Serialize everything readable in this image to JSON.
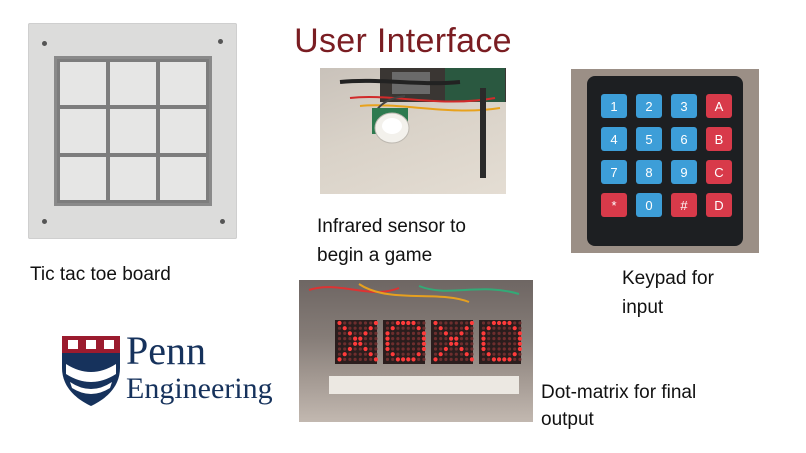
{
  "title": "User Interface",
  "captions": {
    "board": "Tic tac toe board",
    "sensor_line1": "Infrared sensor to",
    "sensor_line2": "begin a game",
    "keypad_line1": "Keypad for",
    "keypad_line2": "input",
    "matrix_line1": "Dot-matrix for final",
    "matrix_line2": "output"
  },
  "keypad_keys": [
    "1",
    "2",
    "3",
    "A",
    "4",
    "5",
    "6",
    "B",
    "7",
    "8",
    "9",
    "C",
    "*",
    "0",
    "#",
    "D"
  ],
  "logo": {
    "line1": "Penn",
    "line2": "Engineering"
  },
  "colors": {
    "title": "#7a1d22",
    "penn_navy": "#16325c",
    "penn_red": "#9b1b2e",
    "key_blue": "#3d9ed8",
    "key_red": "#d83a4a",
    "led_red": "#ff3b3b"
  }
}
